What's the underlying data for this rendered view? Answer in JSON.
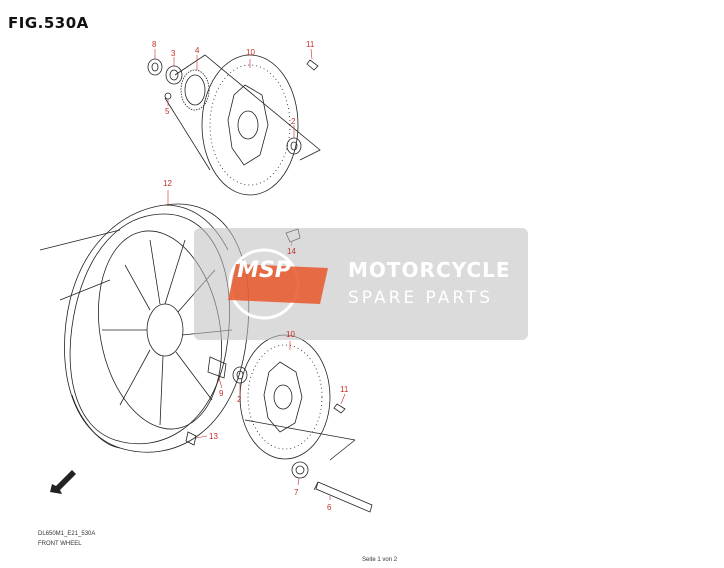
{
  "figure": {
    "title": "FIG.530A"
  },
  "callouts": [
    {
      "id": "c8",
      "label": "8"
    },
    {
      "id": "c3",
      "label": "3"
    },
    {
      "id": "c4",
      "label": "4"
    },
    {
      "id": "c5",
      "label": "5"
    },
    {
      "id": "c10a",
      "label": "10"
    },
    {
      "id": "c11a",
      "label": "11"
    },
    {
      "id": "c2a",
      "label": "2"
    },
    {
      "id": "c12",
      "label": "12"
    },
    {
      "id": "c14",
      "label": "14"
    },
    {
      "id": "c10b",
      "label": "10"
    },
    {
      "id": "c9",
      "label": "9"
    },
    {
      "id": "c2b",
      "label": "2"
    },
    {
      "id": "c11b",
      "label": "11"
    },
    {
      "id": "c13",
      "label": "13"
    },
    {
      "id": "c7",
      "label": "7"
    },
    {
      "id": "c6",
      "label": "6"
    }
  ],
  "watermark": {
    "logo_text": "MSP",
    "title": "MOTORCYCLE",
    "subtitle": "SPARE PARTS",
    "logo_color": "#e8572a"
  },
  "fwd_arrow": {
    "label": "FWD"
  },
  "footer": {
    "code": "DL650M1_E21_530A",
    "name": "FRONT WHEEL",
    "page": "Seite 1 von 2"
  },
  "colors": {
    "callout": "#c0302a",
    "line": "#222222"
  }
}
